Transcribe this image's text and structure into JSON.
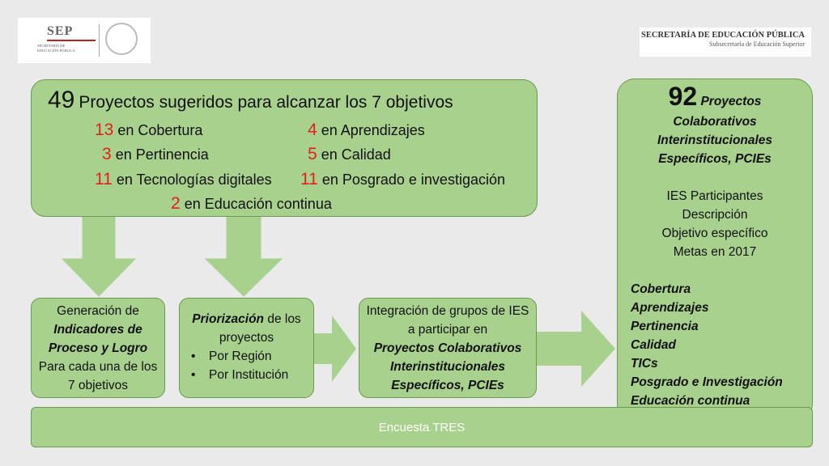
{
  "header": {
    "left_logo_word": "SEP",
    "left_logo_sub": [
      "SECRETARÍA DE",
      "EDUCACIÓN PÚBLICA"
    ],
    "right_logo_title": "SECRETARÍA DE EDUCACIÓN PÚBLICA",
    "right_logo_subtitle": "Subsecretaría de Educación Superior"
  },
  "summary": {
    "count": "49",
    "title": "Proyectos sugeridos para alcanzar los 7 objetivos",
    "items": [
      {
        "n": "13",
        "label": "en Cobertura"
      },
      {
        "n": "4",
        "label": "en Aprendizajes"
      },
      {
        "n": "3",
        "label": "en Pertinencia"
      },
      {
        "n": "5",
        "label": "en Calidad"
      },
      {
        "n": "11",
        "label": "en Tecnologías digitales"
      },
      {
        "n": "11",
        "label": "en Posgrado e investigación"
      },
      {
        "n": "2",
        "label": "en Educación continua"
      }
    ]
  },
  "steps": {
    "s1": {
      "a": "Generación de",
      "b": "Indicadores de Proceso y Logro",
      "c": "Para cada una de los 7 objetivos"
    },
    "s2": {
      "title": "Priorización",
      "title_rest": " de los proyectos",
      "bullets": [
        "Por Región",
        "Por Institución"
      ]
    },
    "s3": {
      "a": "Integración de grupos de IES a participar en",
      "b": "Proyectos Colaborativos Interinstitucionales Específicos, PCIEs"
    }
  },
  "pcie": {
    "count": "92",
    "title_word": "Proyectos",
    "title_rest": "Colaborativos Interinstitucionales Específicos, PCIEs",
    "fields": [
      "IES Participantes",
      "Descripción",
      "Objetivo específico",
      "Metas en 2017"
    ],
    "objectives": [
      "Cobertura",
      "Aprendizajes",
      "Pertinencia",
      "Calidad",
      "TICs",
      "Posgrado e Investigación",
      "Educación continua"
    ]
  },
  "footer": {
    "label": "Encuesta TRES"
  },
  "colors": {
    "box_fill": "#a9d18e",
    "box_border": "#6a9a4a",
    "number_red": "#e3201b",
    "background": "#eaeaea"
  }
}
